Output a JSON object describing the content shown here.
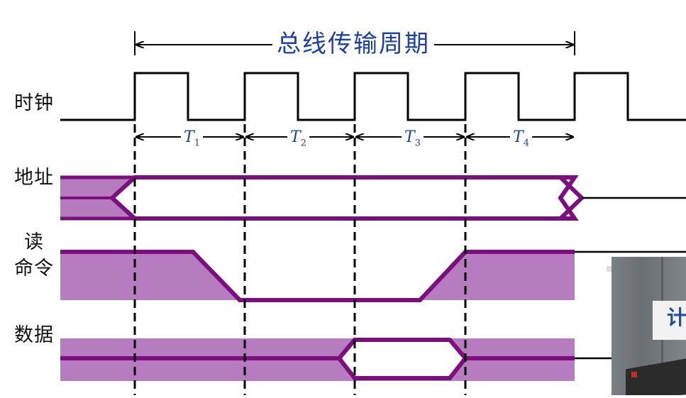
{
  "title": "总线传输周期",
  "signals": {
    "clock": "时钟",
    "address": "地址",
    "read_line1": "读",
    "read_line2": "命令",
    "data": "数据"
  },
  "periods": [
    {
      "name": "T",
      "sub": "1"
    },
    {
      "name": "T",
      "sub": "2"
    },
    {
      "name": "T",
      "sub": "3"
    },
    {
      "name": "T",
      "sub": "4"
    }
  ],
  "inset": {
    "board_text": "计"
  },
  "colors": {
    "signal_line": "#7a0f7d",
    "signal_fill": "#b77bbf",
    "title_text": "#1c3fa6",
    "clock_line": "#000000"
  }
}
